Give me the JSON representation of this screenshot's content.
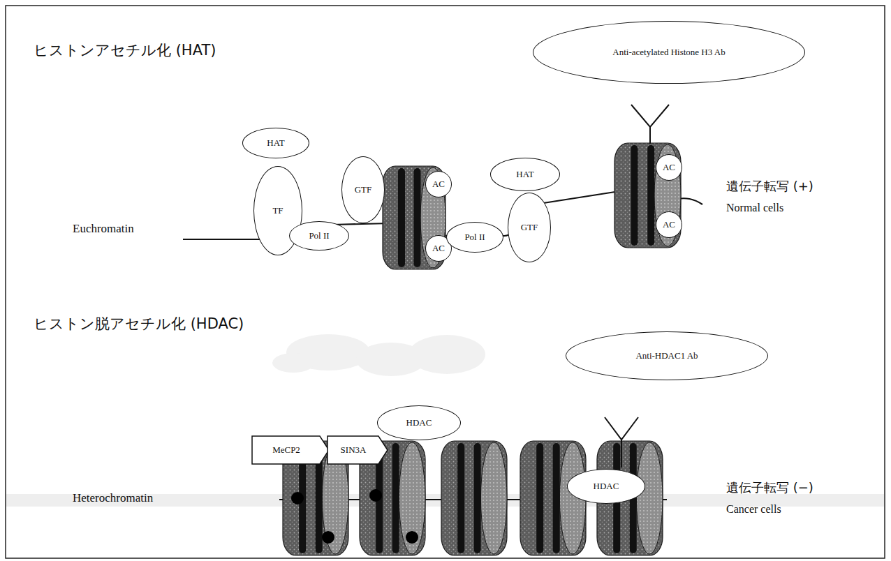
{
  "diagram": {
    "nodes": [
      {
        "text": [
          "HAT"
        ]
      },
      {
        "text": [
          "TF"
        ]
      },
      {
        "text": [
          "Pol II"
        ]
      },
      {
        "text": [
          "GTF"
        ]
      },
      {
        "text": [
          "AC"
        ]
      },
      {
        "text": [
          "AC"
        ]
      },
      {
        "text": [
          "Pol II"
        ]
      },
      {
        "text": [
          "HAT"
        ]
      },
      {
        "text": [
          "GTF"
        ]
      },
      {
        "text": [
          "Anti-acetylated Histone H3 Ab"
        ]
      },
      {
        "text": [
          "AC"
        ]
      },
      {
        "text": [
          "AC"
        ]
      },
      {
        "text": [
          "MeCP2"
        ]
      },
      {
        "text": [
          "SIN3A"
        ]
      },
      {
        "text": [
          "HDAC"
        ]
      },
      {
        "text": [
          "Anti-HDAC1 Ab"
        ]
      },
      {
        "text": [
          "HDAC"
        ]
      }
    ],
    "labels": [
      "ヒストンアセチル化 (HAT)",
      "Euchromatin",
      "遺伝子転写 (+)",
      "Normal cells",
      "ヒストン脱アセチル化 (HDAC)",
      "Heterochromatin",
      "遺伝子転写 (−)",
      "Cancer cells"
    ]
  }
}
